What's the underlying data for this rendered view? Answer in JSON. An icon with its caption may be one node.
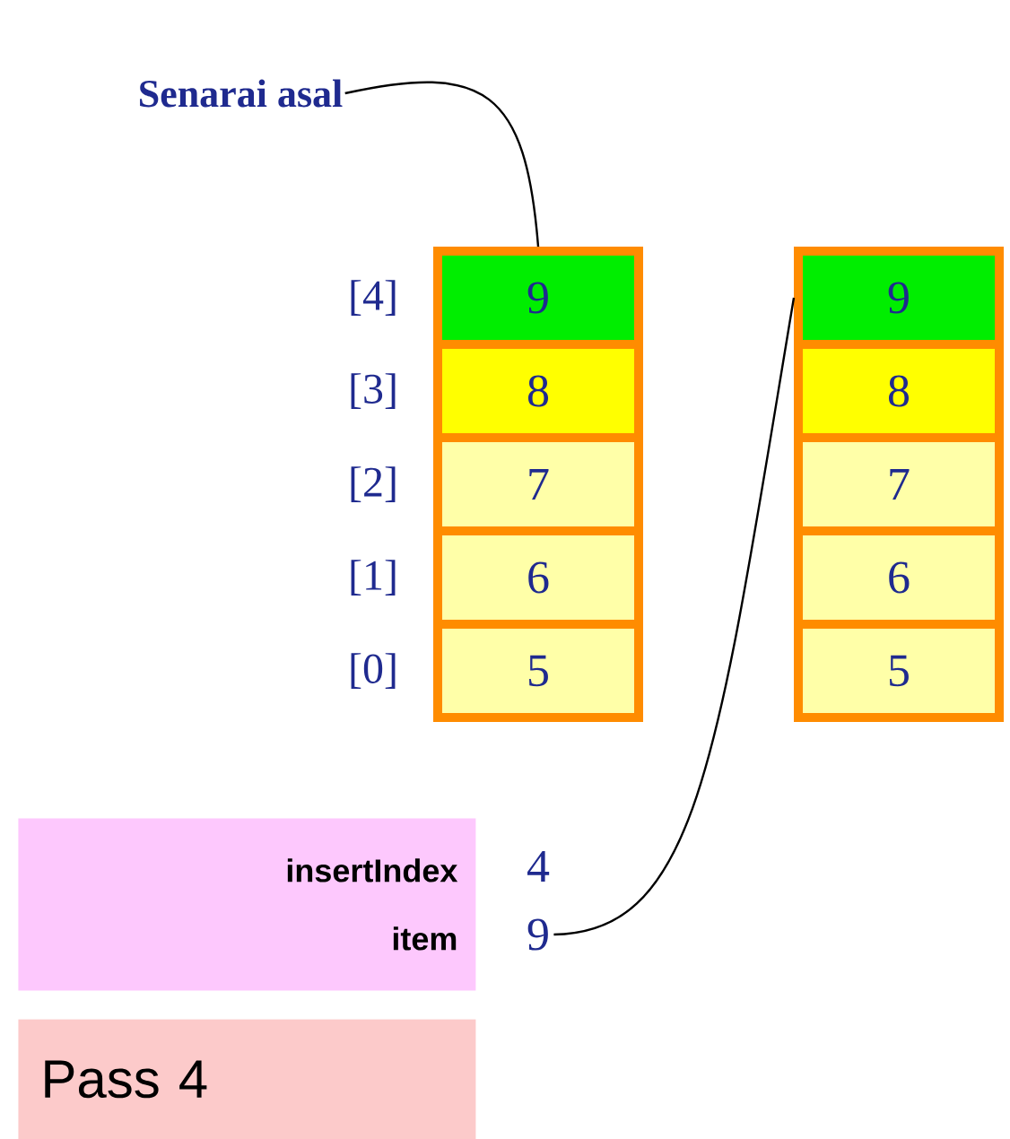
{
  "diagram": {
    "nodes": [
      {
        "text": [
          "Senarai asal"
        ]
      },
      {
        "text": [
          "9"
        ]
      },
      {
        "text": [
          "8"
        ]
      },
      {
        "text": [
          "7"
        ]
      },
      {
        "text": [
          "6"
        ]
      },
      {
        "text": [
          "5"
        ]
      },
      {
        "text": [
          "9"
        ]
      },
      {
        "text": [
          "8"
        ]
      },
      {
        "text": [
          "7"
        ]
      },
      {
        "text": [
          "6"
        ]
      },
      {
        "text": [
          "5"
        ]
      },
      {
        "text": [
          "insertIndex",
          "item"
        ]
      },
      {
        "text": [
          "9"
        ]
      },
      {
        "text": [
          "Pass 4"
        ]
      }
    ],
    "edges": [
      {
        "from": 0,
        "to": 1,
        "arrow": "none"
      },
      {
        "from": 12,
        "to": 6,
        "arrow": "none"
      }
    ],
    "labels": [
      "[4]",
      "[3]",
      "[2]",
      "[1]",
      "[0]",
      "4"
    ]
  }
}
